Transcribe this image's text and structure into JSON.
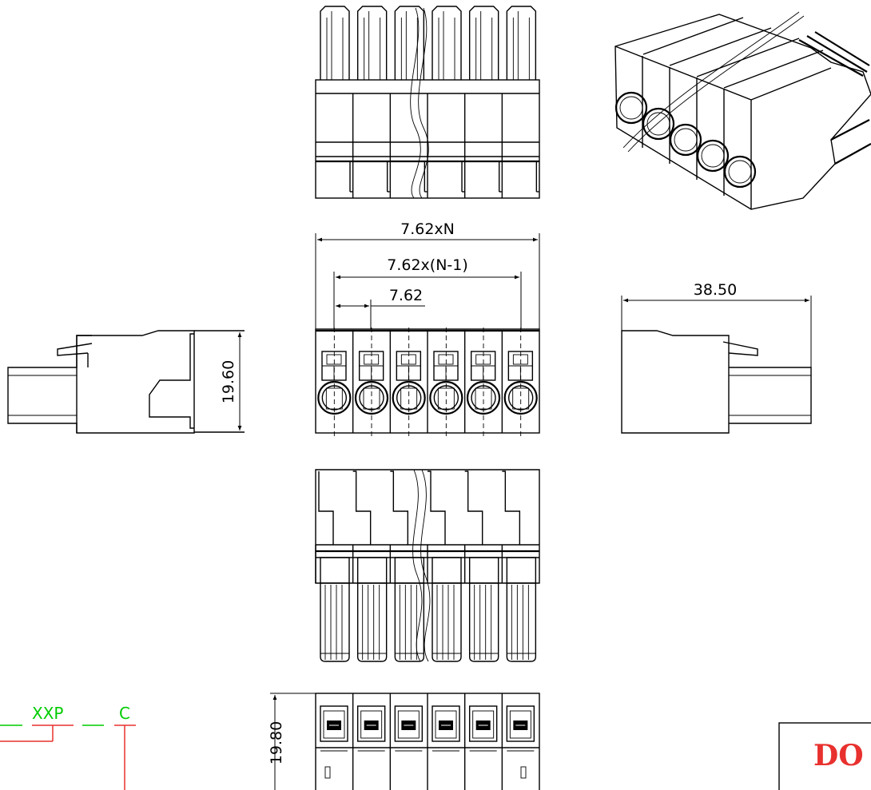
{
  "dimensions": {
    "pitch_total": "7.62xN",
    "pitch_minus_one": "7.62x(N-1)",
    "pitch": "7.62",
    "height": "19.60",
    "depth": "38.50",
    "bottom_height": "19.80"
  },
  "part_code": {
    "segment_1": "XXP",
    "segment_2": "C"
  },
  "brand": {
    "text": "DO"
  },
  "colors": {
    "line": "#000000",
    "part_code_green": "#00cc00",
    "code_underline_red": "#e8312e",
    "brand_red": "#e8312e"
  }
}
